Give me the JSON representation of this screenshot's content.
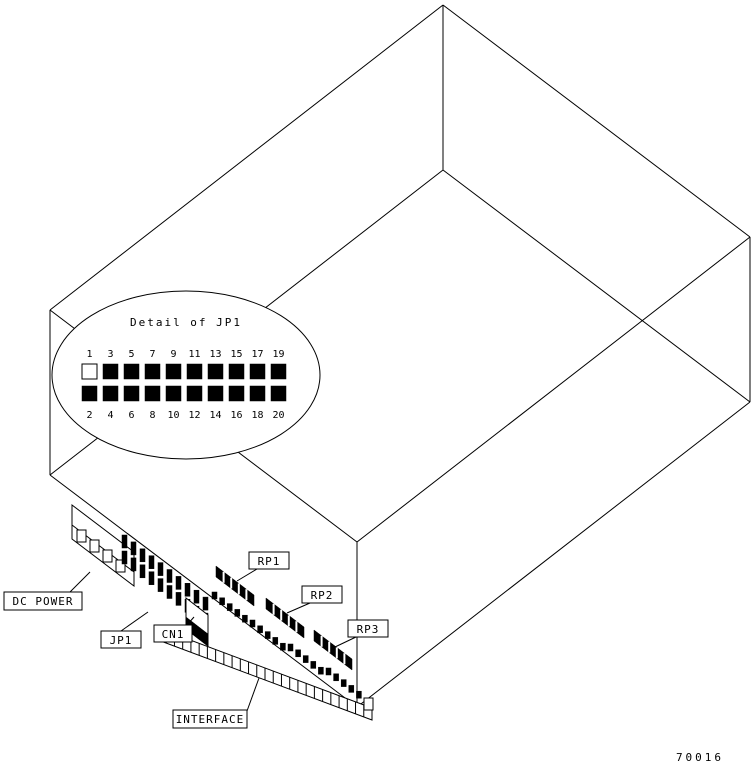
{
  "figure": {
    "number": "70016"
  },
  "detail": {
    "title": "Detail of JP1",
    "pins_top": [
      "1",
      "3",
      "5",
      "7",
      "9",
      "11",
      "13",
      "15",
      "17",
      "19"
    ],
    "pins_bottom": [
      "2",
      "4",
      "6",
      "8",
      "10",
      "12",
      "14",
      "16",
      "18",
      "20"
    ],
    "pin1": "open-square",
    "other_pins": "filled-square"
  },
  "labels": {
    "dc_power": "DC POWER",
    "jp1": "JP1",
    "cn1": "CN1",
    "rp1": "RP1",
    "rp2": "RP2",
    "rp3": "RP3",
    "interface": "INTERFACE"
  },
  "colors": {
    "line": "#000000",
    "background": "#ffffff"
  }
}
